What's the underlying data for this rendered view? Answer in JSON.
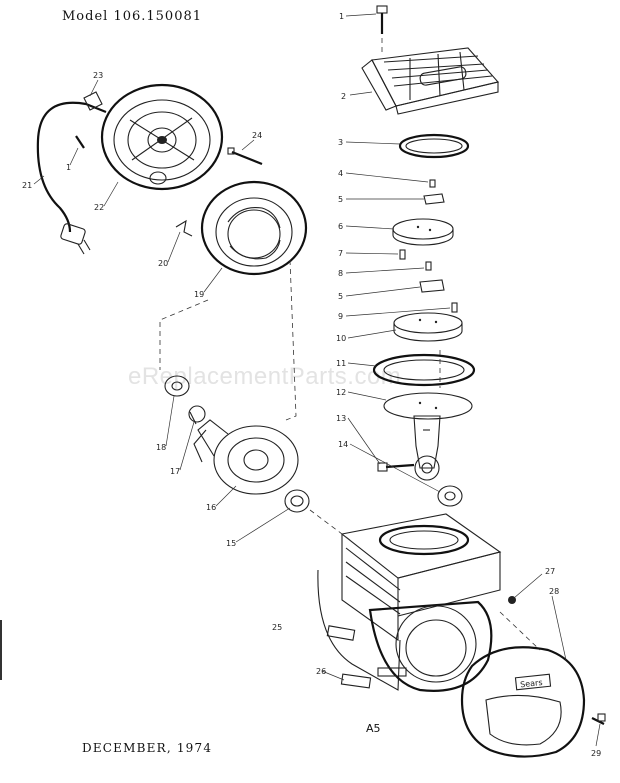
{
  "header": {
    "model": "Model 106.150081"
  },
  "footer": {
    "date": "DECEMBER, 1974",
    "sheet": "A5"
  },
  "watermark": "eReplacementParts.com",
  "part_labels": {
    "p1": "1",
    "p2": "2",
    "p3": "3",
    "p4": "4",
    "p5a": "5",
    "p6": "6",
    "p7": "7",
    "p8": "8",
    "p5b": "5",
    "p9": "9",
    "p10": "10",
    "p11": "11",
    "p12": "12",
    "p13": "13",
    "p14": "14",
    "p15": "15",
    "p16": "16",
    "p17": "17",
    "p18": "18",
    "p19": "19",
    "p20": "20",
    "p21": "21",
    "p22": "22",
    "p23": "23",
    "p24": "24",
    "p25": "25",
    "p26": "26",
    "p27": "27",
    "p28": "28",
    "p29": "29",
    "p1b": "1"
  },
  "nameplate": "Sears"
}
